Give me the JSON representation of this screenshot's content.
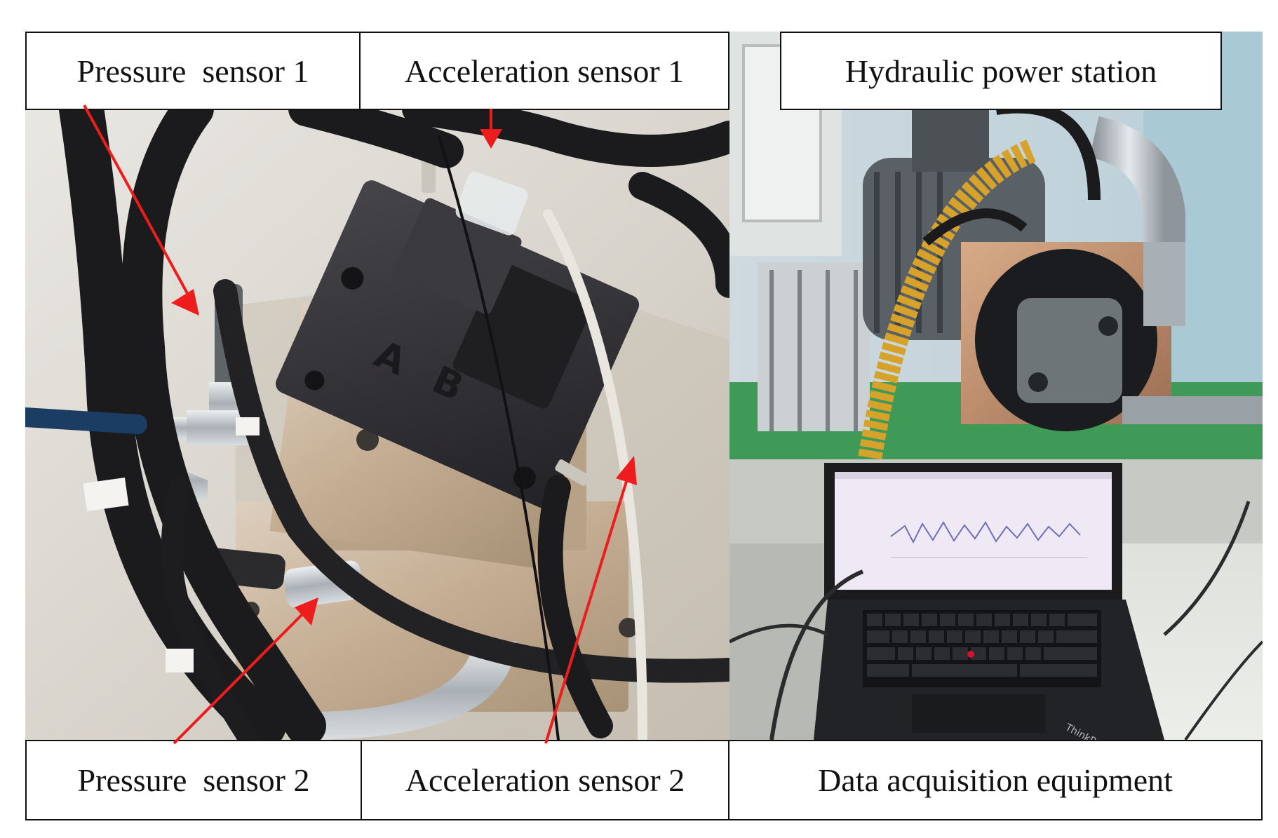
{
  "labels": {
    "pressure_sensor_1": "Pressure  sensor 1",
    "acceleration_sensor_1": "Acceleration sensor 1",
    "hydraulic_power_station": "Hydraulic power station",
    "pressure_sensor_2": "Pressure  sensor 2",
    "acceleration_sensor_2": "Acceleration sensor 2",
    "data_acquisition_equipment": "Data acquisition equipment"
  },
  "laptop_brand": "ThinkPad",
  "valve_port_letters": [
    "A",
    "B"
  ],
  "colors": {
    "arrow": "#ee1c1c",
    "label_border": "#111111",
    "hose": "#1b1b1d",
    "valve_body": "#2e2d30",
    "manifold": "#c9b59c",
    "power_unit_frame": "#b98a6a",
    "yellow_hose": "#d7a22a"
  }
}
